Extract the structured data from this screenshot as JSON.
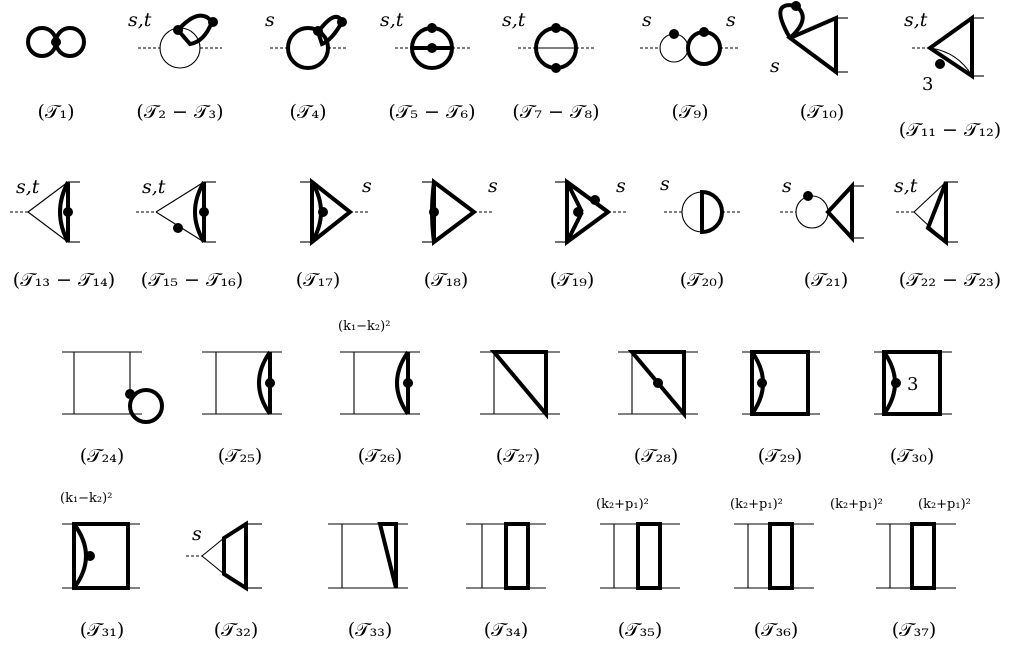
{
  "labels": {
    "st": "s,t",
    "s": "s",
    "three": "3",
    "k1mk2": "(k₁−k₂)²",
    "k2pp1": "(k₂+p₁)²"
  },
  "captions": [
    "(𝒯₁)",
    "(𝒯₂ − 𝒯₃)",
    "(𝒯₄)",
    "(𝒯₅ − 𝒯₆)",
    "(𝒯₇ − 𝒯₈)",
    "(𝒯₉)",
    "(𝒯₁₀)",
    "(𝒯₁₁ − 𝒯₁₂)",
    "(𝒯₁₃ − 𝒯₁₄)",
    "(𝒯₁₅ − 𝒯₁₆)",
    "(𝒯₁₇)",
    "(𝒯₁₈)",
    "(𝒯₁₉)",
    "(𝒯₂₀)",
    "(𝒯₂₁)",
    "(𝒯₂₂ − 𝒯₂₃)",
    "(𝒯₂₄)",
    "(𝒯₂₅)",
    "(𝒯₂₆)",
    "(𝒯₂₇)",
    "(𝒯₂₈)",
    "(𝒯₂₉)",
    "(𝒯₃₀)",
    "(𝒯₃₁)",
    "(𝒯₃₂)",
    "(𝒯₃₃)",
    "(𝒯₃₄)",
    "(𝒯₃₅)",
    "(𝒯₃₆)",
    "(𝒯₃₇)"
  ]
}
